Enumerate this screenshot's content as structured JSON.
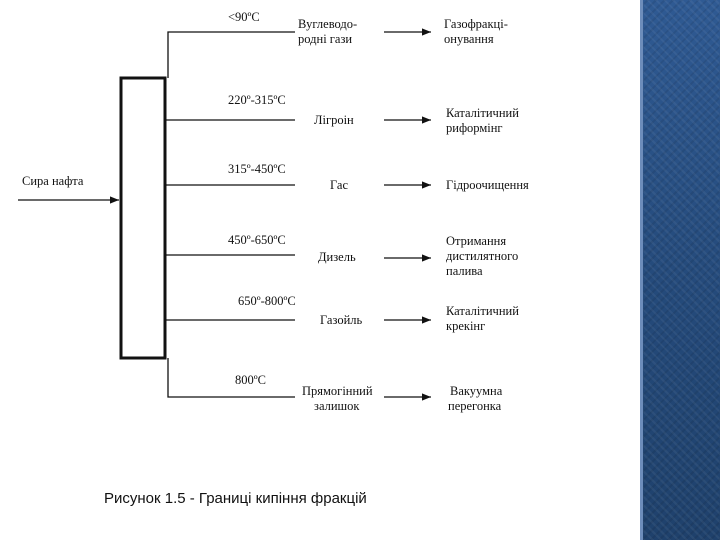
{
  "diagram": {
    "feed_label": "Сира нафта",
    "fractions": [
      {
        "temperature": "<90ºC",
        "product": [
          "Вуглеводо-",
          "родні гази"
        ],
        "process": [
          "Газофракці-",
          "онування"
        ]
      },
      {
        "temperature": "220º-315ºC",
        "product": [
          "Лігроін"
        ],
        "process": [
          "Каталітичний",
          "риформінг"
        ]
      },
      {
        "temperature": "315º-450ºC",
        "product": [
          "Гас"
        ],
        "process": [
          "Гідроочищення"
        ]
      },
      {
        "temperature": "450º-650ºC",
        "product": [
          "Дизель"
        ],
        "process": [
          "Отримання",
          "дистилятного",
          "палива"
        ]
      },
      {
        "temperature": "650º-800ºC",
        "product": [
          "Газойль"
        ],
        "process": [
          "Каталітичний",
          "крекінг"
        ]
      },
      {
        "temperature": "800ºC",
        "product": [
          "Прямогінний",
          "залишок"
        ],
        "process": [
          "Вакуумна",
          "перегонка"
        ]
      }
    ]
  },
  "caption": "Рисунок 1.5 - Границі кипіння фракцій",
  "colors": {
    "line": "#111111",
    "side_panel": "#2a4f82"
  }
}
